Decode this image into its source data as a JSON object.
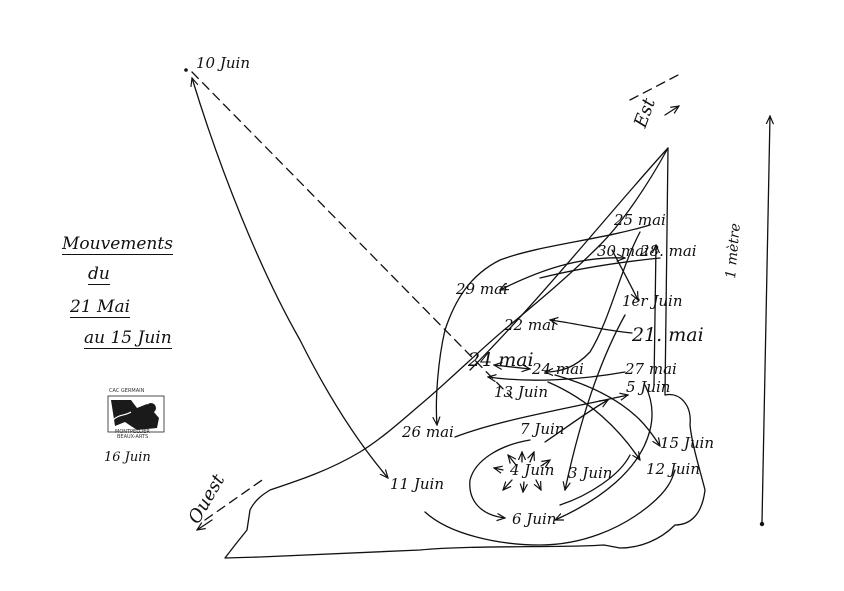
{
  "title": {
    "line1": "Mouvements",
    "line2": "du",
    "line3": "21 Mai",
    "line4": "au 15 Juin"
  },
  "directions": {
    "est": "Est",
    "ouest": "Ouest",
    "scale": "1 mètre"
  },
  "dates": {
    "d_10_juin": "10 Juin",
    "d_25_mai": "25 mai",
    "d_30_mai": "30 mai",
    "d_28_mai": "28. mai",
    "d_29_mai": "29 mai",
    "d_1er_juin": "1er Juin",
    "d_22_mai": "22 mai",
    "d_21_mai": "21. mai",
    "d_24_mai_a": "24 mai",
    "d_24_mai_b": "24 mai",
    "d_27_mai": "27 mai",
    "d_5_juin": "5 Juin",
    "d_13_juin": "13 Juin",
    "d_26_mai": "26 mai",
    "d_7_juin": "7 Juin",
    "d_15_juin": "15 Juin",
    "d_4_juin": "4 Juin",
    "d_3_juin": "3 Juin",
    "d_12_juin": "12 Juin",
    "d_11_juin": "11 Juin",
    "d_6_juin": "6 Juin"
  },
  "stamp": {
    "top": "CAC GERMAIN",
    "middle": "MONTPELLIER",
    "bottom": "BEAUX-ARTS"
  },
  "signature_date": "16 Juin"
}
